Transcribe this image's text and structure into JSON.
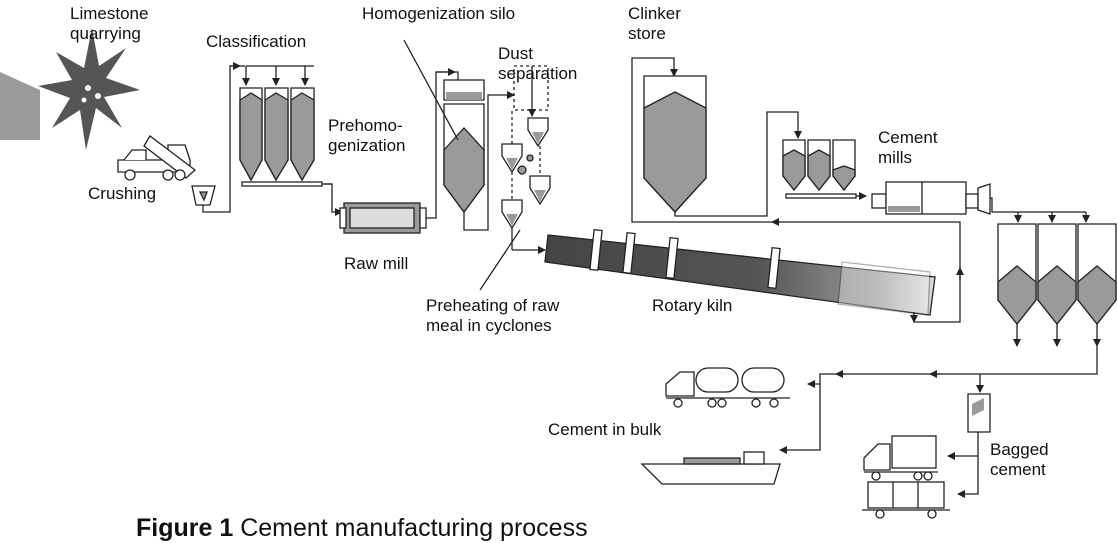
{
  "labels": {
    "limestone_quarrying": "Limestone quarrying",
    "classification": "Classification",
    "homogenization_silo": "Homogenization silo",
    "dust_separation": "Dust separation",
    "clinker_store": "Clinker store",
    "prehomogenization": "Prehomo- genization",
    "crushing": "Crushing",
    "cement_mills": "Cement mills",
    "raw_mill": "Raw mill",
    "preheating": "Preheating of raw meal in cyclones",
    "rotary_kiln": "Rotary kiln",
    "cement_in_bulk": "Cement in bulk",
    "bagged_cement": "Bagged cement"
  },
  "caption": {
    "number": "Figure 1",
    "text": "Cement manufacturing process"
  },
  "colors": {
    "line": "#222222",
    "fill_gray": "#9a9a9a",
    "fill_light": "#d9d9d9",
    "kiln_dark": "#444444"
  }
}
